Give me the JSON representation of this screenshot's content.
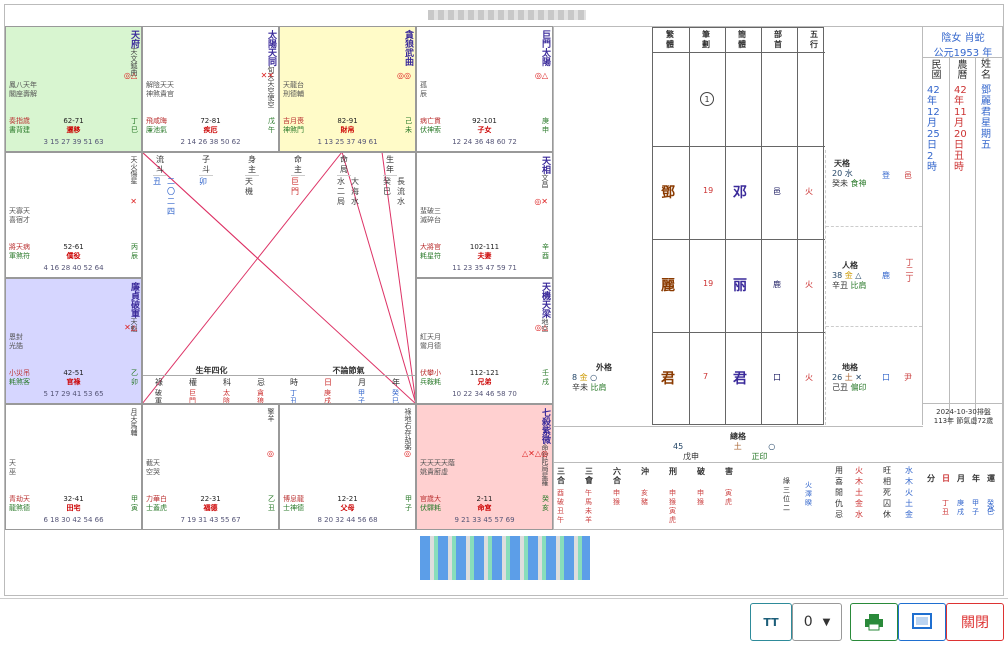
{
  "chart_title": "",
  "palaces": [
    {
      "key": "si",
      "stars_main": [
        "天府"
      ],
      "stars_minor": [
        "天文",
        "鉞曲"
      ],
      "marks": "◎△",
      "small": "鳳八天年\n閣座壽解",
      "left": [
        "奏指歲",
        "書背建"
      ],
      "age": "62-71",
      "name": "遷移",
      "branch": [
        "丁",
        "巳"
      ],
      "years": "3 15 27 39 51 63"
    },
    {
      "key": "wu",
      "stars_main": [
        "太陽",
        "天同"
      ],
      "stars_minor": [
        "旬天天",
        "空使空"
      ],
      "marks": "✕✕",
      "small": "解陰天天\n神煞貴官",
      "left": [
        "飛咸晦",
        "廉池氣"
      ],
      "age": "72-81",
      "name": "疾厄",
      "branch": [
        "戊",
        "午"
      ],
      "years": "2 14 26 38 50 62"
    },
    {
      "key": "wei",
      "stars_main": [
        "貪狼",
        "武曲"
      ],
      "stars_minor": [],
      "marks": "◎◎",
      "small": "天龍台\n刑德輔",
      "left": [
        "吉月喪",
        "神煞門"
      ],
      "age": "82-91",
      "name": "財帛",
      "branch": [
        "己",
        "未"
      ],
      "years": "1 13 25 37 49 61"
    },
    {
      "key": "shen",
      "stars_main": [
        "巨門",
        "太陽"
      ],
      "stars_minor": [],
      "marks": "◎△",
      "small": "孤\n辰",
      "left": [
        "病亡貫",
        "伏神索"
      ],
      "age": "92-101",
      "name": "子女",
      "branch": [
        "庚",
        "申"
      ],
      "years": "12 24 36 48 60 72"
    },
    {
      "key": "chen",
      "stars_main": [],
      "stars_minor": [
        "天火",
        "傷星"
      ],
      "marks": "✕",
      "small": "天寡天\n喜宿才",
      "left": [
        "將天病",
        "軍煞符"
      ],
      "age": "52-61",
      "name": "僕役",
      "branch": [
        "丙",
        "辰"
      ],
      "years": "4 16 28 40 52 64"
    },
    {
      "key": "you",
      "stars_main": [
        "天相"
      ],
      "stars_minor": [
        "文昌"
      ],
      "marks": "◎✕",
      "small": "蜚破三\n滅碎台",
      "left": [
        "大將官",
        "耗星符"
      ],
      "age": "102-111",
      "name": "夫妻",
      "branch": [
        "辛",
        "酉"
      ],
      "years": "11 23 35 47 59 71"
    },
    {
      "key": "mao",
      "stars_main": [
        "廉貞",
        "破軍"
      ],
      "stars_minor": [
        "天",
        "魁"
      ],
      "marks": "✕△",
      "small": "恩封\n光誥",
      "left": [
        "小災吊",
        "耗煞客"
      ],
      "age": "42-51",
      "name": "官祿",
      "branch": [
        "乙",
        "卯"
      ],
      "years": "5 17 29 41 53 65"
    },
    {
      "key": "xu",
      "stars_main": [
        "天機",
        "天梁"
      ],
      "stars_minor": [
        "地",
        "空"
      ],
      "marks": "◎△",
      "small": "紅天月\n鸞月德",
      "left": [
        "伏攀小",
        "兵鞍耗"
      ],
      "age": "112-121",
      "name": "兄弟",
      "branch": [
        "壬",
        "戌"
      ],
      "years": "10 22 34 46 58 70"
    },
    {
      "key": "yin",
      "stars_main": [],
      "stars_minor": [
        "月天",
        "馬輔"
      ],
      "marks": "",
      "small": "天\n巫",
      "left": [
        "青劫天",
        "龍煞德"
      ],
      "age": "32-41",
      "name": "田宅",
      "branch": [
        "甲",
        "寅"
      ],
      "years": "6 18 30 42 54 66"
    },
    {
      "key": "chou",
      "stars_main": [],
      "stars_minor": [
        "擎",
        "羊"
      ],
      "marks": "◎",
      "small": "截天\n空哭",
      "left": [
        "力華白",
        "士蓋虎"
      ],
      "age": "22-31",
      "name": "福德",
      "branch": [
        "乙",
        "丑"
      ],
      "years": "7 19 31 43 55 67"
    },
    {
      "key": "zi",
      "stars_main": [],
      "stars_minor": [
        "祿地右",
        "存劫弼"
      ],
      "marks": "◎",
      "small": "",
      "left": [
        "博息龍",
        "士神德"
      ],
      "age": "12-21",
      "name": "父母",
      "branch": [
        "甲",
        "子"
      ],
      "years": "8 20 32 44 56 68"
    },
    {
      "key": "hai",
      "stars_main": [
        "七殺",
        "紫微"
      ],
      "stars_minor": [
        "命鈴陀",
        "局星羅"
      ],
      "marks": "△✕△◎",
      "small": "天天天天蔭\n姚貴廚虛",
      "left": [
        "官歲大",
        "伏驛耗"
      ],
      "age": "2-11",
      "name": "命宮",
      "branch": [
        "癸",
        "亥"
      ],
      "years": "9 21 33 45 57 69"
    }
  ],
  "center": {
    "cols": [
      [
        "流",
        "斗"
      ],
      [
        "子",
        "斗"
      ],
      [
        "身",
        "主"
      ],
      [
        "命",
        "主"
      ],
      [
        "命",
        "局"
      ],
      [
        "生",
        "年"
      ]
    ],
    "col_vals": [
      [
        "丑",
        "二〇二四"
      ],
      [
        "卯"
      ],
      [
        "天機"
      ],
      [
        "巨門"
      ],
      [
        "水二局",
        "大海水"
      ],
      [
        "癸巳",
        "長流水"
      ]
    ],
    "sihua_title": "生年四化",
    "sihua_head": [
      "祿",
      "權",
      "科",
      "忌"
    ],
    "sihua_vals": [
      "破軍",
      "巨門",
      "太陰",
      "貪狼"
    ],
    "pillars_title": "不論節氣",
    "pillars_head": [
      "時",
      "日",
      "月",
      "年"
    ],
    "pillars_vals": [
      "丁丑",
      "庚戌",
      "甲子",
      "癸巳"
    ]
  },
  "name_grid": {
    "headers": [
      "繁體",
      "筆劃",
      "簡體",
      "部首",
      "五行"
    ],
    "rows": [
      {
        "trad": "鄧",
        "strokes": "19",
        "simp": "邓",
        "radical": "邑",
        "element": "火"
      },
      {
        "trad": "麗",
        "strokes": "19",
        "simp": "丽",
        "radical": "鹿",
        "element": "火"
      },
      {
        "trad": "君",
        "strokes": "7",
        "simp": "君",
        "radical": "口",
        "element": "火"
      }
    ],
    "circle": "1"
  },
  "analysis": {
    "tian": {
      "label": "天格",
      "num": "20",
      "el": "水",
      "sub": "癸未",
      "god": "食神",
      "r1": "登",
      "r2": "邑"
    },
    "ren": {
      "label": "人格",
      "num": "38",
      "el": "金",
      "sub": "辛丑",
      "god": "比肩",
      "r1": "鹿",
      "r2": "丁二丁"
    },
    "di": {
      "label": "地格",
      "num": "26",
      "el": "土",
      "sub": "己丑",
      "god": "偏印",
      "r1": "口",
      "r2": "尹"
    },
    "wai": {
      "label": "外格",
      "num": "8",
      "el": "金",
      "sub": "辛未",
      "god": "比肩"
    },
    "zong": {
      "label": "總格",
      "num": "45",
      "el": "土",
      "sub": "戊申",
      "god": "正印"
    }
  },
  "dob": {
    "header": "陰女 肖蛇",
    "subheader": "公元1953 年",
    "cols": [
      {
        "title": "民國",
        "val": "42年12月25日2時"
      },
      {
        "title": "農曆",
        "val": "42年11月20日丑時"
      },
      {
        "title": "姓名",
        "val": "鄧麗君 星期五"
      }
    ],
    "footer1": "2024-10-30排盤",
    "footer2": "113年 節氣虛72歲"
  },
  "relations": {
    "heads": [
      "三合",
      "三會",
      "六合",
      "沖",
      "刑",
      "破",
      "害"
    ],
    "vals": [
      "酉破丑午",
      "午馬未羊",
      "申猴",
      "亥豬",
      "申猴寅虎",
      "申猴",
      "寅虎"
    ]
  },
  "extra": {
    "col1": "綠三位二",
    "col2": "火澤睽",
    "wx_heads": [
      "用",
      "喜",
      "閒",
      "仇",
      "忌"
    ],
    "wx_vals": [
      "火",
      "木",
      "土",
      "金",
      "水"
    ],
    "wx_st": [
      "旺",
      "相",
      "死",
      "囚",
      "休"
    ],
    "wx_st_el": [
      "水",
      "木",
      "火",
      "土",
      "金"
    ]
  },
  "pillars_small": {
    "heads": [
      "分",
      "日",
      "月",
      "年",
      "運"
    ],
    "vals": [
      "",
      "丁丑",
      "庚戌",
      "甲子",
      "癸巳"
    ],
    "extra": "水"
  },
  "toolbar": {
    "font_icon": "TT",
    "select_value": "0",
    "close_label": "關閉"
  }
}
